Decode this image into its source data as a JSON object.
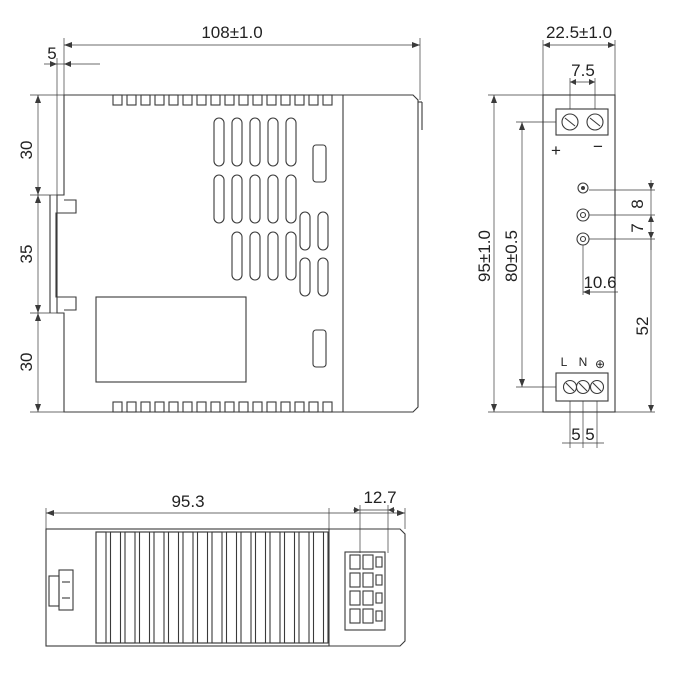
{
  "front_view": {
    "width_label": "108±1.0",
    "offset_label": "5",
    "seg_top_label": "30",
    "seg_mid_label": "35",
    "seg_bot_label": "30"
  },
  "side_view": {
    "width_label": "22.5±1.0",
    "top_terminal_pitch_label": "7.5",
    "plus_label": "+",
    "minus_label": "−",
    "height_label": "95±1.0",
    "inner_height_label": "80±0.5",
    "led_pitch_1_label": "8",
    "led_pitch_2_label": "7",
    "led_offset_label": "10.6",
    "lower_height_label": "52",
    "bottom_pitch_1_label": "5",
    "bottom_pitch_2_label": "5",
    "terminal_L_label": "L",
    "terminal_N_label": "N",
    "terminal_earth_label": "⊕"
  },
  "bottom_view": {
    "length_label": "95.3",
    "terminal_depth_label": "12.7"
  }
}
